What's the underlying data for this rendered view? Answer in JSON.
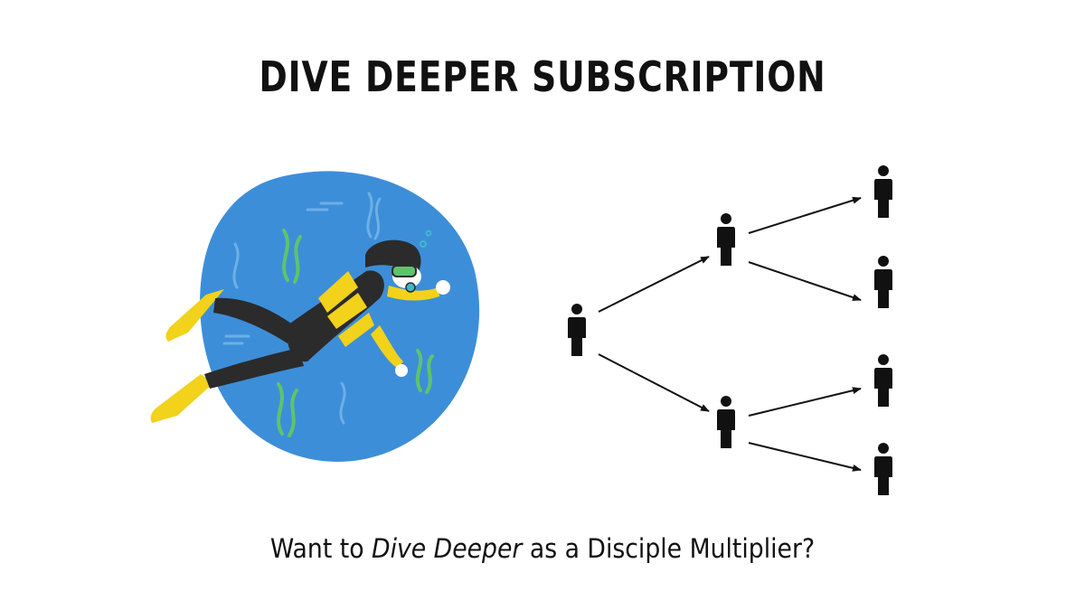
{
  "title": "DIVE DEEPER SUBSCRIPTION",
  "caption": {
    "prefix": "Want to ",
    "emphasis": "Dive Deeper",
    "suffix": " as a Disciple Multiplier?"
  },
  "colors": {
    "ocean": "#3d8ed8",
    "seaweed": "#5ec46a",
    "suit": "#2b2b2b",
    "accent": "#f2d21a",
    "ink": "#111111"
  },
  "illustrations": [
    "scuba-diver-illustration",
    "multiplication-tree-diagram"
  ]
}
